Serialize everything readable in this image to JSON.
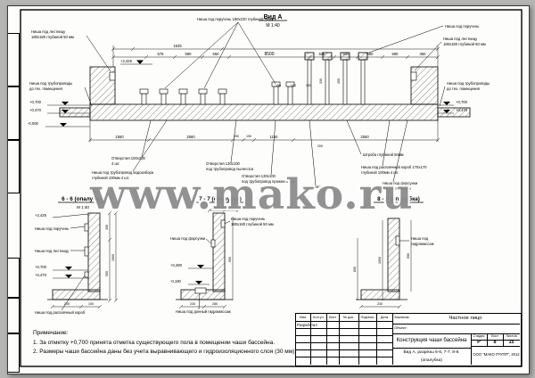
{
  "page": {
    "watermark": "www.mako.ru"
  },
  "view_a": {
    "title": "Вид А",
    "scale": "М 1:40",
    "dim_total": "8500",
    "dims_left": [
      "1635",
      "575",
      "590",
      "550"
    ],
    "dims_right": [
      "625",
      "525",
      "550",
      "590",
      "350"
    ],
    "small_dims": [
      "150",
      "100",
      "150",
      "330",
      "350"
    ],
    "dims_bottom": [
      "1550",
      "2560",
      "390",
      "190",
      "1160",
      "2550",
      "200"
    ],
    "level_top": "+2,425",
    "left": {
      "ladder": [
        "Ниша под лестницу",
        "180x180 глубиной 50 мм"
      ],
      "pipes": [
        "Ниша под трубопроводы",
        "до тех. помещения"
      ],
      "levels": [
        "+0,700",
        "+0,470",
        "-0,000"
      ]
    },
    "top": {
      "handrail": "Ниша под поручень 180x220 глубиной 50мм"
    },
    "right": {
      "handrail": "Ниша под поручень",
      "ladder": [
        "Ниша под лестницу",
        "180x180 глубиной 50 мм"
      ],
      "pipes": [
        "Ниша под трубопроводы",
        "до тех. помещения"
      ],
      "levels": [
        "+0,700",
        "+0,470"
      ]
    },
    "bottom_annotations": [
      [
        "Отверстия 100x200",
        "4 шт."
      ],
      [
        "Ниша под трубопровод водозабора",
        "глубиной 100мм  4 шт."
      ],
      [
        "Отверстия 130x100",
        "под трубопровод пылесоса"
      ],
      [
        "Отверстия 130x100",
        "под трубопровод прожекторов"
      ],
      [
        "Отверстия 50x350"
      ],
      [
        "Штроба глубиной 50мм"
      ],
      [
        "Ниша под распаячный короб 170x170",
        "глубиной 100мм  4 шт."
      ],
      [
        "Ниша под форсунки",
        "глубиной 100мм"
      ]
    ]
  },
  "section66": {
    "title": "6 - 6 (опалубка)",
    "scale": "М 1:40",
    "level_top": "+2,425",
    "ann_handrail": "Ниша под поручень",
    "ann_ladder": "Ниша под лестницу",
    "levels": [
      "+0,700",
      "+0,470"
    ],
    "ann_box": "Ниша под распаячный короб",
    "dims_v": [
      "350",
      "1900",
      "590"
    ],
    "dims_b": [
      "230",
      "100"
    ]
  },
  "section77": {
    "title": "7 - 7 (опалубка)",
    "scale": "М 1:40",
    "ann_handrail": [
      "Ниша под поручень",
      "180x180 глубиной 50 мм"
    ],
    "ann_left": "Ниша под форсунки",
    "ann_bottom": "Ниша под донный гидромассаж",
    "levels": [
      "+0,490",
      "-0,190"
    ],
    "dims_top": [
      "165",
      "135"
    ],
    "dim_v": "590",
    "dims_b": [
      "230",
      "280"
    ]
  },
  "section88": {
    "title": "8 - 8 (опалубка)",
    "scale": "М 1:40",
    "ann": [
      "Ниша под",
      "гидромассаж"
    ],
    "dims_v": [
      "850",
      "1000",
      "590"
    ],
    "dim_b": "230"
  },
  "notes": {
    "title": "Примечание:",
    "items": [
      "1. За отметку +0,700 принята отметка существующего пола в помещении чаши бассейна.",
      "2. Размеры чаши бассейна даны без учета выравнивающего и гидроизоляционного слоя (30 мм)."
    ]
  },
  "titleblock": {
    "cols": [
      "Изм.",
      "Кол.уч",
      "Лист",
      "№ док.",
      "Подпись",
      "Дата"
    ],
    "row_dev": "Разработал",
    "customer_label": "Заказчик:",
    "customer": "Частное лицо",
    "object_label": "Объект:",
    "title": "Конструкция чаши бассейна",
    "subtitle": "Вид А, разрезы 6-6, 7-7, 8-8.",
    "subtitle2": "(опалубка)",
    "stage_label": "Стадия",
    "sheet_label": "Лист",
    "sheets_label": "Листов",
    "stage": "Р",
    "sheet": "8",
    "sheets": "15",
    "company": "ООО \"МАКО ГРУПП\", 2012"
  }
}
